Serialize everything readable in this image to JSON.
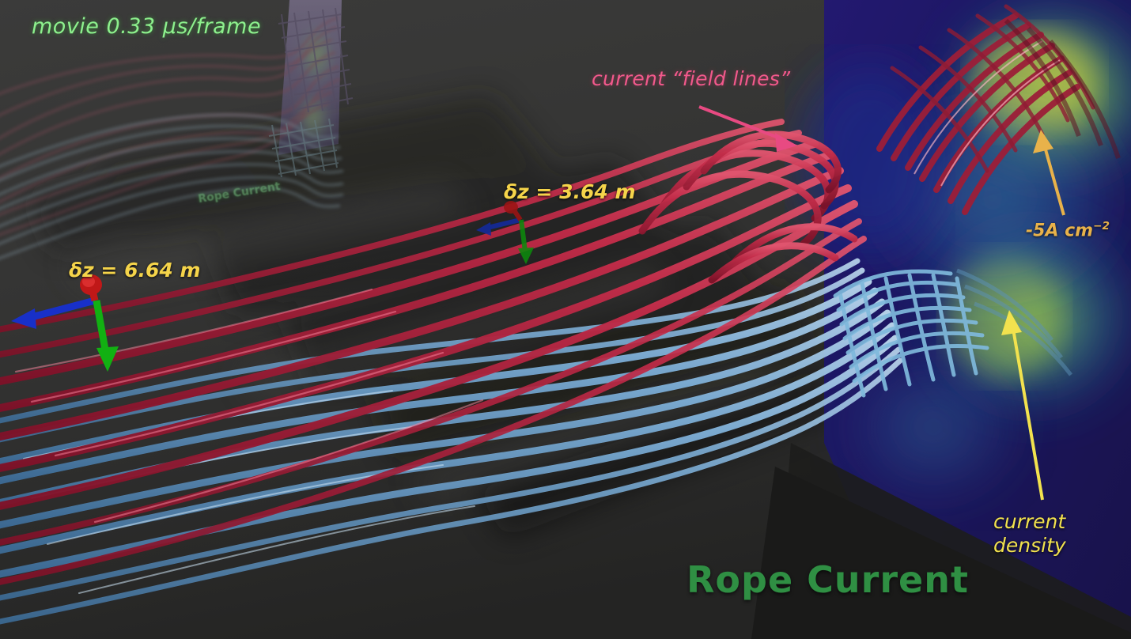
{
  "scene": {
    "title": "Rope Current",
    "ghost_title": "Rope Current",
    "background_color": "#2f2f2e",
    "backplane_color": "#241a6e"
  },
  "annotations": {
    "movie_rate": "movie 0.33 µs/frame",
    "field_lines": "current “field lines”",
    "dz_left": "δz = 6.64 m",
    "dz_mid": "δz = 3.64 m",
    "current_amplitude": "‑5A cm",
    "current_amplitude_exponent": "−2",
    "current_density_line1": "current",
    "current_density_line2": "density"
  },
  "colors": {
    "movie_text": "#8df08d",
    "field_lines_text": "#f2598c",
    "field_lines_arrow": "#e84a82",
    "dz_text": "#f5d44a",
    "amplitude_text": "#e8b24a",
    "amplitude_arrow": "#e8b24a",
    "density_text": "#f2e24e",
    "density_arrow": "#f2e24e",
    "title_text": "#2f8f43",
    "rope_red": "#bd2744",
    "rope_blue": "#7fb3dd",
    "axis_x": "#1830c8",
    "axis_y": "#12b012",
    "axis_z": "#c01818"
  },
  "axis_triads": [
    {
      "name": "triad-left",
      "x": 120,
      "y": 375,
      "scale": 1.0
    },
    {
      "name": "triad-mid",
      "x": 655,
      "y": 272,
      "scale": 0.62
    }
  ],
  "chart_data": {
    "type": "heatmap",
    "title": "Rope Current",
    "description": "3D magnetohydrodynamic rendering of two interwoven current ropes with a current-density slice plane",
    "colorbar": {
      "label": "current density",
      "peak_value": -5,
      "unit": "A cm^-2"
    },
    "field_lines": {
      "series": [
        "red rope (outward current)",
        "blue rope (return current)"
      ],
      "count": 24
    },
    "time_step": {
      "label": "movie",
      "value": 0.33,
      "unit": "µs/frame"
    },
    "slice_offsets": [
      {
        "label": "δz",
        "value": 6.64,
        "unit": "m"
      },
      {
        "label": "δz",
        "value": 3.64,
        "unit": "m"
      }
    ]
  }
}
